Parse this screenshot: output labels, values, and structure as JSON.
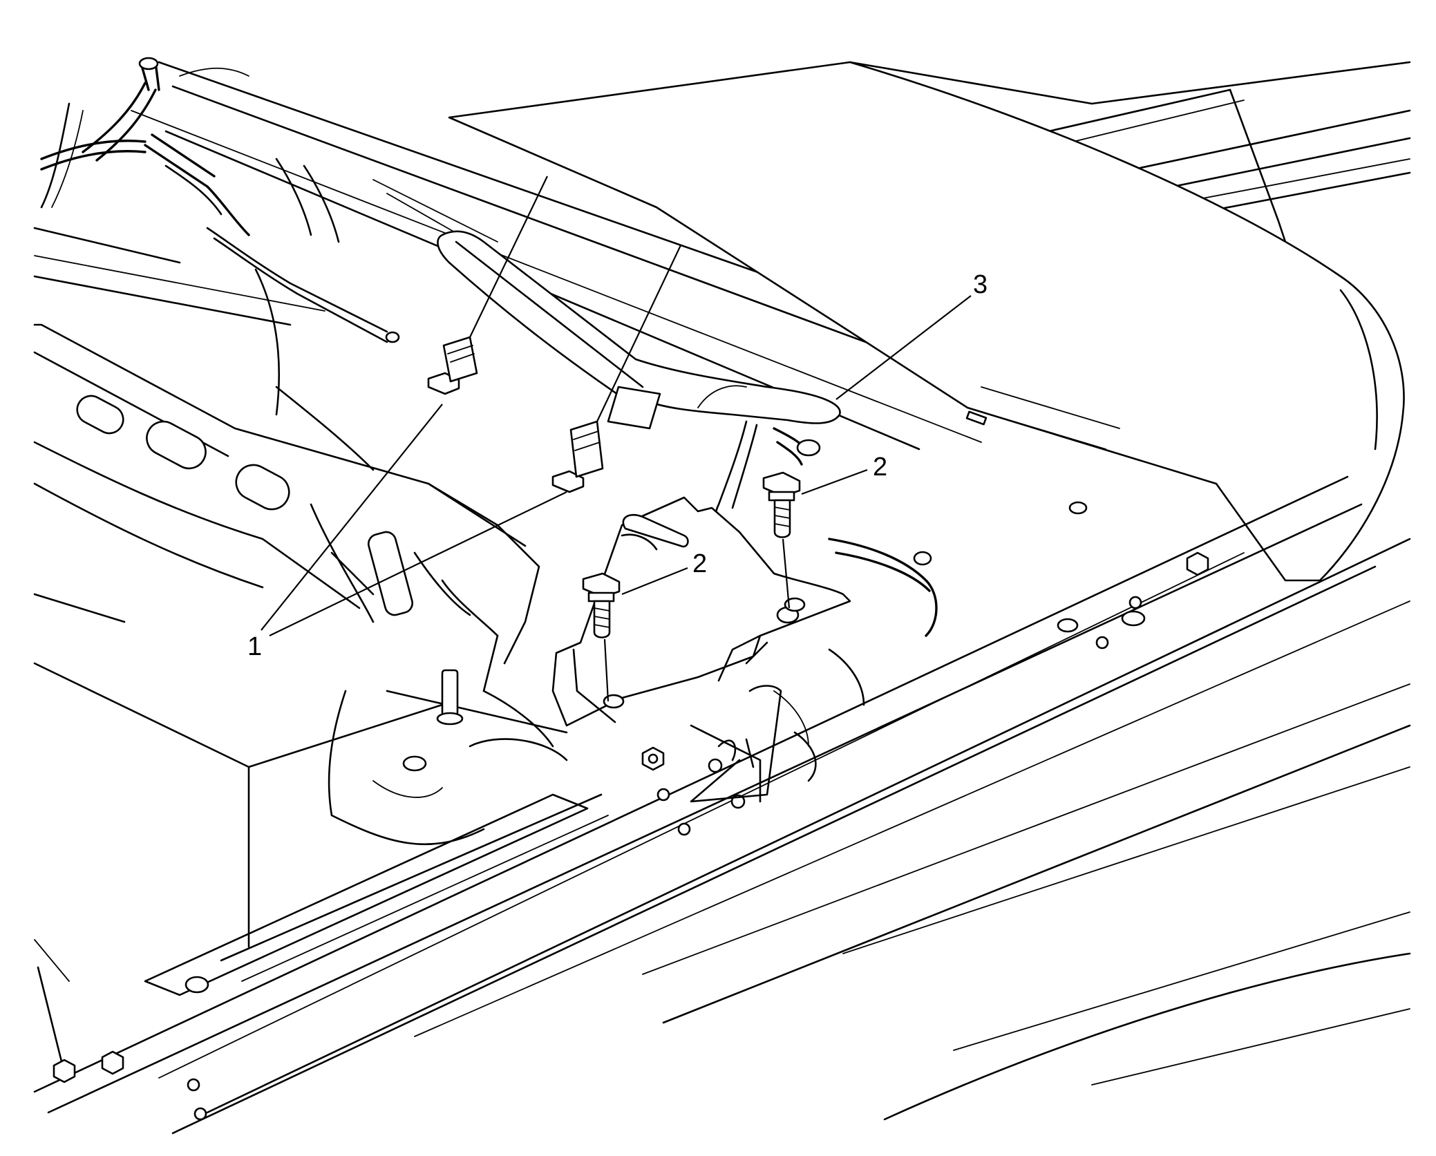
{
  "diagram": {
    "stroke_color": "#000000",
    "background_color": "#ffffff",
    "callouts": [
      {
        "id": "c1",
        "label": "1"
      },
      {
        "id": "c2a",
        "label": "2"
      },
      {
        "id": "c2b",
        "label": "2"
      },
      {
        "id": "c3",
        "label": "3"
      }
    ]
  }
}
